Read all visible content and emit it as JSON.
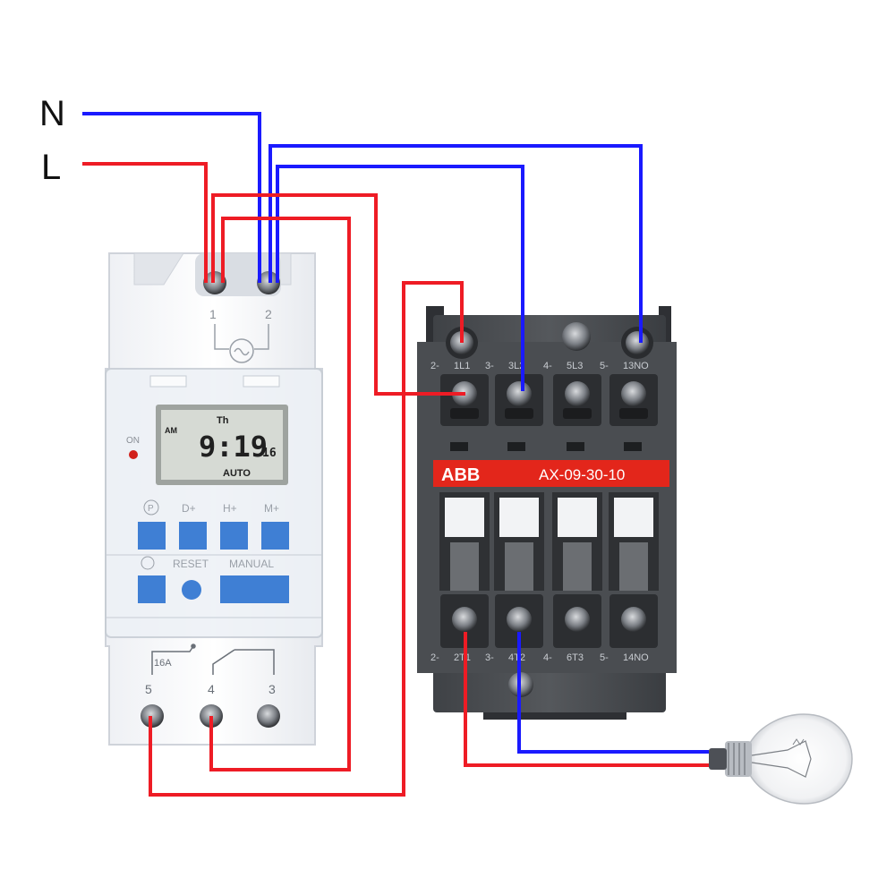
{
  "lines": {
    "neutral_label": "N",
    "live_label": "L",
    "neutral_color": "#1a1aff",
    "live_color": "#ee1c25"
  },
  "timer": {
    "terminal_top_1": "1",
    "terminal_top_2": "2",
    "day": "Th",
    "ampm": "AM",
    "time": "9:19",
    "seconds": "16",
    "mode": "AUTO",
    "on_label": "ON",
    "btn_p": "P",
    "btn_d": "D+",
    "btn_h": "H+",
    "btn_m": "M+",
    "reset_label": "RESET",
    "manual_label": "MANUAL",
    "rating": "16A",
    "terminal_5": "5",
    "terminal_4": "4",
    "terminal_3": "3"
  },
  "contactor": {
    "brand": "ABB",
    "model": "AX-09-30-10",
    "top_terminals": [
      {
        "num": "2-",
        "label": "1L1"
      },
      {
        "num": "3-",
        "label": "3L2"
      },
      {
        "num": "4-",
        "label": "5L3"
      },
      {
        "num": "5-",
        "label": "13NO"
      }
    ],
    "bottom_terminals": [
      {
        "num": "2-",
        "label": "2T1"
      },
      {
        "num": "3-",
        "label": "4T2"
      },
      {
        "num": "4-",
        "label": "6T3"
      },
      {
        "num": "5-",
        "label": "14NO"
      }
    ],
    "brand_color": "#e3261b"
  },
  "load": {
    "icon": "light-bulb-icon"
  }
}
